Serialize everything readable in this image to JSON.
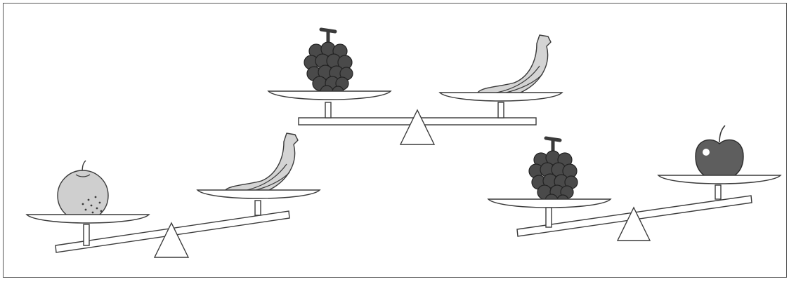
{
  "scene": {
    "background": "#ffffff",
    "frame_color": "#555555",
    "line_color": "#3a3a3a",
    "fruit_colors": {
      "grapes": "#4a4a4a",
      "banana": "#d4d4d4",
      "orange": "#cfcfcf",
      "apple": "#5e5e5e"
    },
    "scales": [
      {
        "id": "scale-top",
        "state": "balanced",
        "left_item": "grapes",
        "right_item": "banana"
      },
      {
        "id": "scale-left",
        "state": "left side lower",
        "left_item": "orange",
        "right_item": "banana"
      },
      {
        "id": "scale-right",
        "state": "left side lower",
        "left_item": "grapes",
        "right_item": "apple"
      }
    ]
  }
}
